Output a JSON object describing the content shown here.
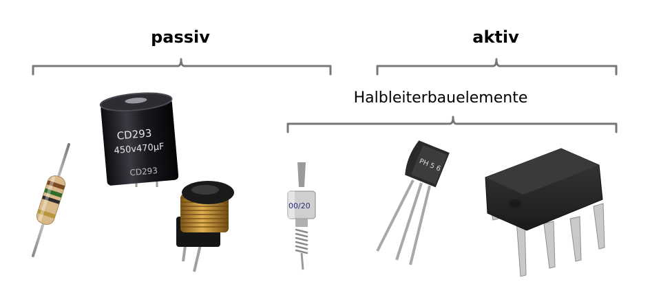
{
  "groups": {
    "passive": "passiv",
    "active": "aktiv",
    "semiconductor": "Halbleiterbauelemente"
  },
  "component_markings": {
    "capacitor_model": "CD293",
    "capacitor_rating": "450v470µF",
    "capacitor_model_lower": "CD293",
    "diode_marking": "00/20",
    "transistor_marking": "PH 5 6"
  },
  "colors": {
    "bracket": "#777777",
    "capacitor_body": "#1e1e22",
    "coil_copper": "#b8862b",
    "ic_body": "#2a2a2a",
    "resistor_body": "#d9b98a"
  }
}
